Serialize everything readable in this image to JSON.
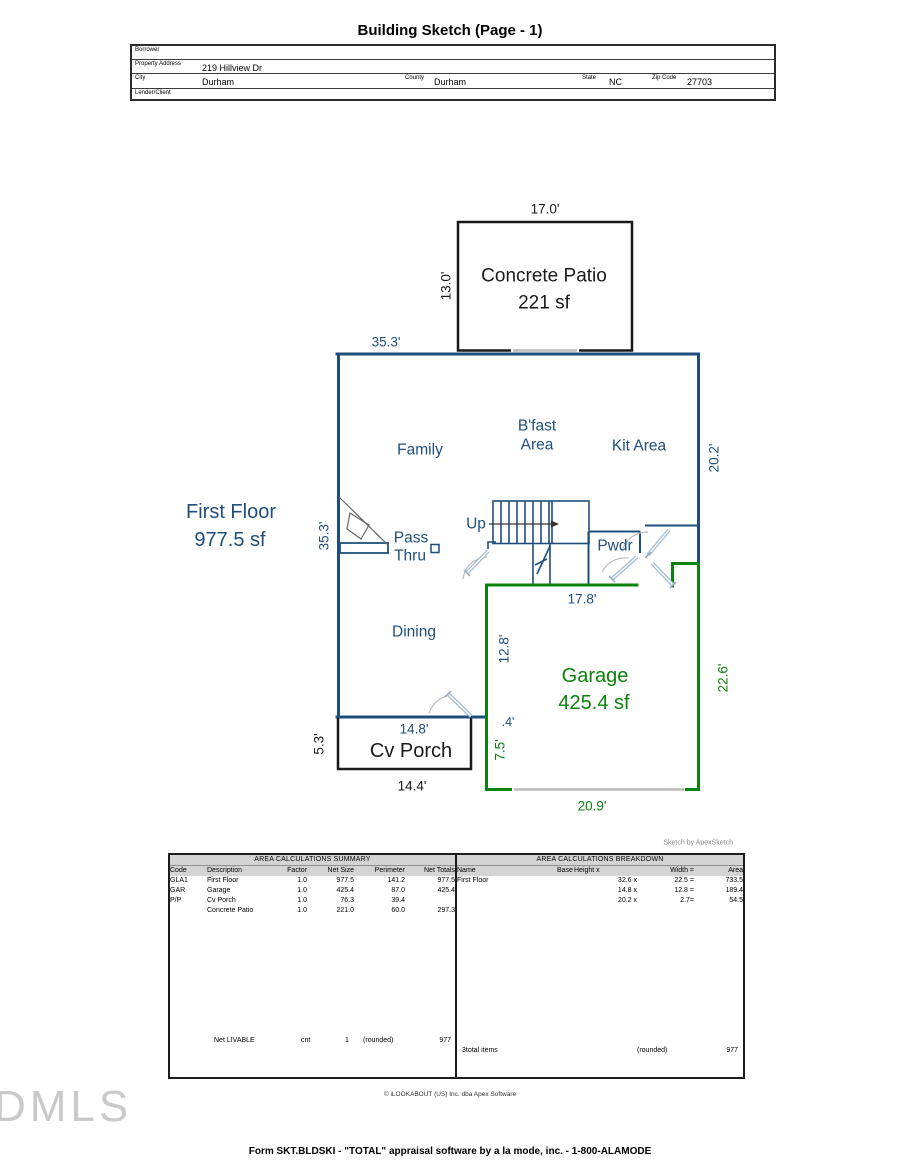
{
  "title": "Building Sketch (Page - 1)",
  "header": {
    "borrower_label": "Borrower",
    "property_address_label": "Property Address",
    "property_address": "219 Hillview Dr",
    "city_label": "City",
    "city": "Durham",
    "county_label": "County",
    "county": "Durham",
    "state_label": "State",
    "state": "NC",
    "zip_label": "Zip Code",
    "zip": "27703",
    "lender_label": "Lender/Client"
  },
  "sketch": {
    "patio": {
      "label": "Concrete Patio",
      "area": "221 sf",
      "dim_top": "17.0'",
      "dim_left": "13.0'"
    },
    "first_floor": {
      "label": "First Floor",
      "area": "977.5 sf",
      "dim_top": "35.3'",
      "dim_left": "35.3'",
      "dim_right": "20.2'"
    },
    "rooms": {
      "family": "Family",
      "bfast_line1": "B'fast",
      "bfast_line2": "Area",
      "kit": "Kit Area",
      "up": "Up",
      "pass_line1": "Pass",
      "pass_line2": "Thru",
      "pwdr": "Pwdr",
      "dining": "Dining"
    },
    "garage": {
      "label": "Garage",
      "area": "425.4 sf",
      "dim_top": "17.8'",
      "dim_side": "12.8'",
      "dim_right": "22.6'",
      "dim_left": "7.5'",
      "dim_bottom": "20.9'",
      "dim_offset": ".4'"
    },
    "porch": {
      "label": "Cv Porch",
      "dim_top": "14.8'",
      "dim_bottom": "14.4'",
      "dim_left": "5.3'"
    },
    "credit": "Sketch by ApexSketch"
  },
  "tables": {
    "summary": {
      "title": "AREA CALCULATIONS SUMMARY",
      "headers": [
        "Code",
        "Description",
        "Factor",
        "Net Size",
        "Perimeter",
        "Net Totals"
      ],
      "rows": [
        {
          "code": "GLA1",
          "desc": "First Floor",
          "factor": "1.0",
          "net_size": "977.5",
          "perimeter": "141.2",
          "net_totals": "977.5"
        },
        {
          "code": "GAR",
          "desc": "Garage",
          "factor": "1.0",
          "net_size": "425.4",
          "perimeter": "87.0",
          "net_totals": "425.4"
        },
        {
          "code": "P/P",
          "desc": "Cv Porch",
          "factor": "1.0",
          "net_size": "76.3",
          "perimeter": "39.4",
          "net_totals": ""
        },
        {
          "code": "",
          "desc": "Concrete Patio",
          "factor": "1.0",
          "net_size": "221.0",
          "perimeter": "60.0",
          "net_totals": "297.3"
        }
      ],
      "footer": {
        "label": "Net LIVABLE",
        "cnt_label": "cnt",
        "cnt": "1",
        "rounded_label": "(rounded)",
        "total": "977"
      }
    },
    "breakdown": {
      "title": "AREA CALCULATIONS BREAKDOWN",
      "headers": [
        "Name",
        "Base x",
        "Height x",
        "Width =",
        "Area"
      ],
      "rows": [
        {
          "name": "First Floor",
          "base": "",
          "height": "32.6  x",
          "width": "22.5 =",
          "area": "733.5"
        },
        {
          "name": "",
          "base": "",
          "height": "14.8  x",
          "width": "12.8 =",
          "area": "189.4"
        },
        {
          "name": "",
          "base": "",
          "height": "20.2 x",
          "width": "2.7=",
          "area": "54.5"
        }
      ],
      "footer": {
        "label": "3total items",
        "rounded_label": "(rounded)",
        "total": "977"
      }
    }
  },
  "footer": {
    "copyright": "© iLOOKABOUT (US) Inc. dba Apex Software",
    "form_line": "Form SKT.BLDSKI - \"TOTAL\" appraisal software by a la mode, inc. - 1-800-ALAMODE",
    "watermark": "DMLS"
  },
  "colors": {
    "wall_blue": "#1d4e7c",
    "wall_green": "#0b830b",
    "wall_black": "#1a1a1a",
    "door_leaf": "#a6bdd2",
    "door_arc": "#bdbdbd",
    "table_header_bg": "#d4d4d4"
  }
}
